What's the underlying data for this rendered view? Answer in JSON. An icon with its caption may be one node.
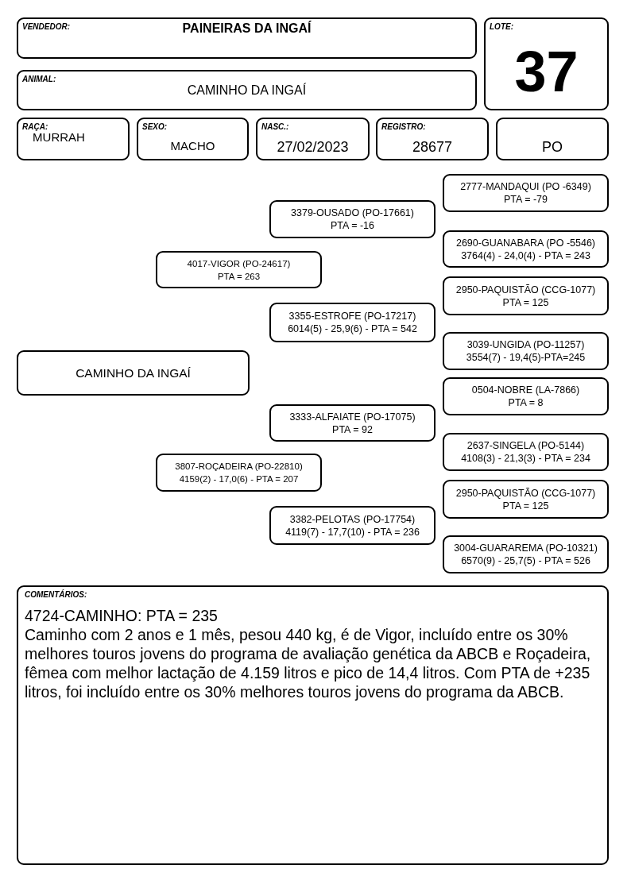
{
  "diagram": {
    "nodes": [
      {
        "text": [
          "VENDEDOR:",
          "PAINEIRAS DA INGAÍ"
        ]
      },
      {
        "text": [
          "LOTE:",
          "37"
        ]
      },
      {
        "text": [
          "ANIMAL:",
          "CAMINHO DA INGAÍ"
        ]
      },
      {
        "text": [
          "RAÇA:",
          "MURRAH"
        ]
      },
      {
        "text": [
          "SEXO:",
          "MACHO"
        ]
      },
      {
        "text": [
          "NASC.:",
          "27/02/2023"
        ]
      },
      {
        "text": [
          "REGISTRO:",
          "28677"
        ]
      },
      {
        "text": [
          "PO"
        ]
      },
      {
        "text": [
          "2777-MANDAQUI (PO -6349)",
          "PTA = -79"
        ]
      },
      {
        "text": [
          "3379-OUSADO (PO-17661)",
          "PTA = -16"
        ]
      },
      {
        "text": [
          "2690-GUANABARA (PO -5546)",
          "3764(4) - 24,0(4) - PTA = 243"
        ]
      },
      {
        "text": [
          "4017-VIGOR (PO-24617)",
          "PTA = 263"
        ]
      },
      {
        "text": [
          "2950-PAQUISTÃO (CCG-1077)",
          "PTA = 125"
        ]
      },
      {
        "text": [
          "3355-ESTROFE (PO-17217)",
          "6014(5) - 25,9(6) - PTA = 542"
        ]
      },
      {
        "text": [
          "3039-UNGIDA (PO-11257)",
          "3554(7) - 19,4(5)-PTA=245"
        ]
      },
      {
        "text": [
          "CAMINHO DA INGAÍ"
        ]
      },
      {
        "text": [
          "0504-NOBRE (LA-7866)",
          "PTA = 8"
        ]
      },
      {
        "text": [
          "3333-ALFAIATE (PO-17075)",
          "PTA = 92"
        ]
      },
      {
        "text": [
          "2637-SINGELA (PO-5144)",
          "4108(3) - 21,3(3) - PTA = 234"
        ]
      },
      {
        "text": [
          "3807-ROÇADEIRA (PO-22810)",
          "4159(2) - 17,0(6) - PTA = 207"
        ]
      },
      {
        "text": [
          "2950-PAQUISTÃO (CCG-1077)",
          "PTA = 125"
        ]
      },
      {
        "text": [
          "3382-PELOTAS (PO-17754)",
          "4119(7) - 17,7(10) - PTA = 236"
        ]
      },
      {
        "text": [
          "3004-GUARAREMA (PO-10321)",
          "6570(9) - 25,7(5) - PTA = 526"
        ]
      },
      {
        "text": [
          "COMENTÁRIOS:",
          "4724-CAMINHO: PTA = 235",
          "Caminho com 2 anos e 1 mês, pesou 440 kg, é de Vigor, incluído entre os 30% melhores touros jovens do programa de avaliação genética da ABCB e Roçadeira, fêmea com melhor lactação de 4.159 litros e pico de 14,4 litros. Com PTA de +235 litros, foi incluído entre os 30% melhores touros jovens do programa da ABCB."
        ]
      }
    ],
    "edges": []
  }
}
